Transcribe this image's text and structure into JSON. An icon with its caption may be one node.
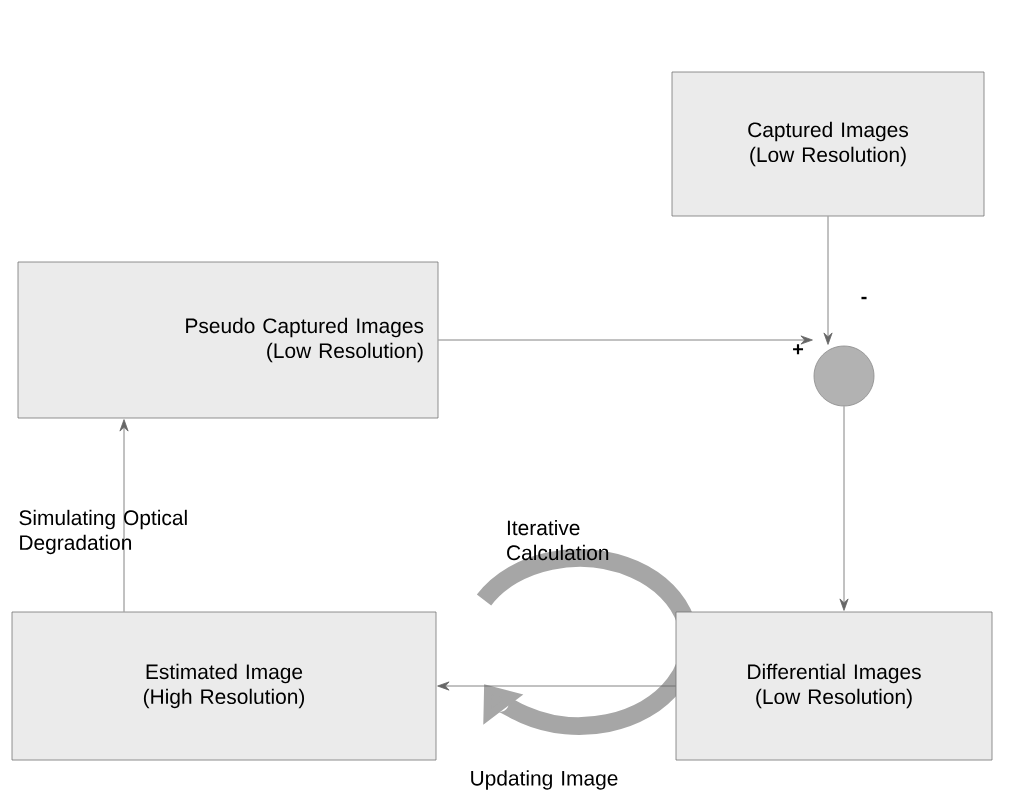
{
  "diagram": {
    "nodes": [
      {
        "text": [
          "Captured Images",
          "(Low Resolution)"
        ]
      },
      {
        "text": [
          "Pseudo Captured Images",
          "(Low Resolution)"
        ]
      },
      {
        "text": [],
        "shape": "circle"
      },
      {
        "text": [
          "Estimated Image",
          "(High Resolution)"
        ]
      },
      {
        "text": [
          "Differential Images",
          "(Low Resolution)"
        ]
      }
    ],
    "edges": [
      {
        "from": 0,
        "to": 2,
        "arrow": "to",
        "label": "-"
      },
      {
        "from": 1,
        "to": 2,
        "arrow": "to",
        "label": "+"
      },
      {
        "from": 2,
        "to": 4,
        "arrow": "to"
      },
      {
        "from": 4,
        "to": 3,
        "arrow": "to",
        "label": "Updating Image"
      },
      {
        "from": 3,
        "to": 1,
        "arrow": "to",
        "label": "Simulating Optical Degradation"
      }
    ],
    "labels": [
      "Iterative Calculation"
    ]
  }
}
